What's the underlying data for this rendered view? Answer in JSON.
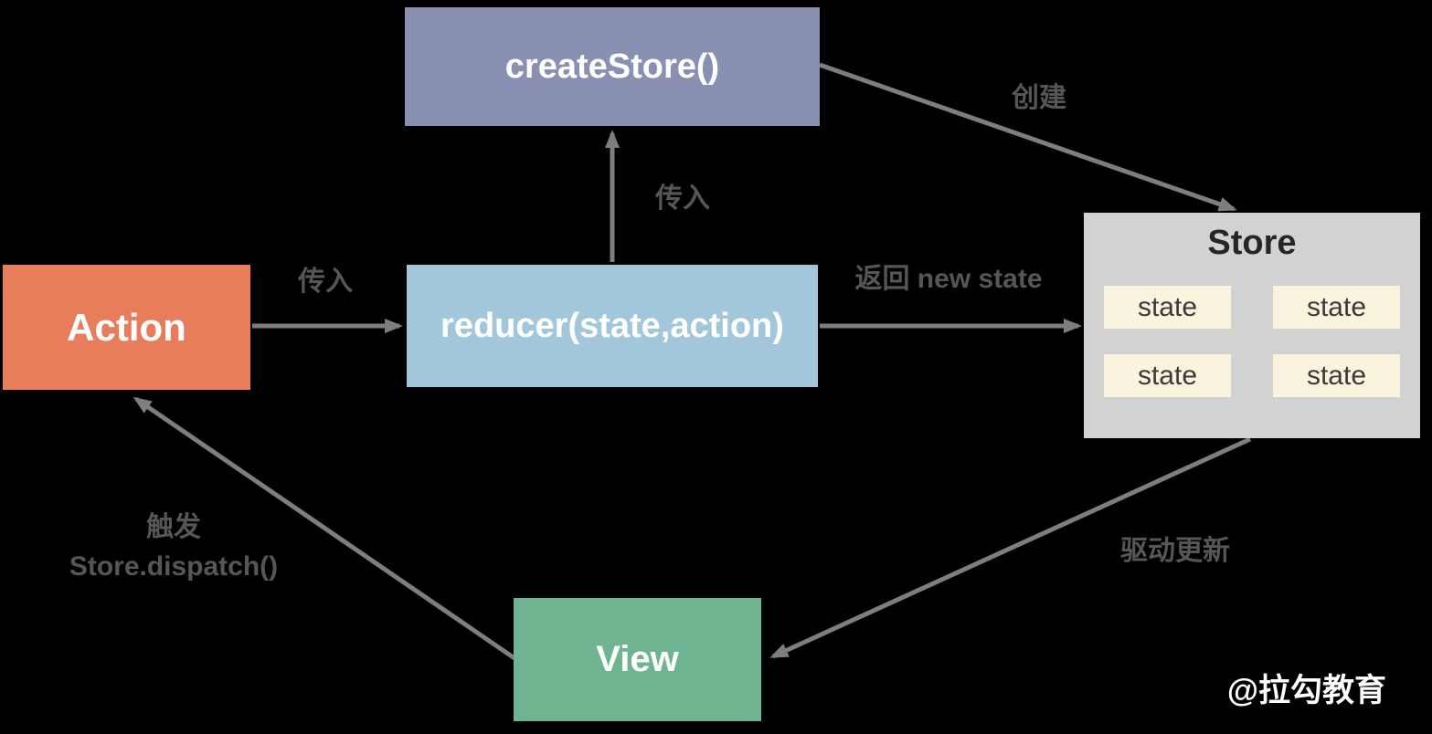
{
  "canvas": {
    "watermark": "@拉勾教育"
  },
  "nodes": {
    "create_store": {
      "label": "createStore()"
    },
    "action": {
      "label": "Action"
    },
    "reducer": {
      "label": "reducer(state,action)"
    },
    "view": {
      "label": "View"
    },
    "store": {
      "title": "Store",
      "states": [
        "state",
        "state",
        "state",
        "state"
      ]
    }
  },
  "edges": {
    "action_to_reducer": {
      "label": "传入"
    },
    "reducer_to_create_store": {
      "label": "传入"
    },
    "create_store_to_store": {
      "label": "创建"
    },
    "reducer_to_store": {
      "label": "返回 new state"
    },
    "store_to_view": {
      "label": "驱动更新"
    },
    "view_to_action": {
      "label_line1": "触发",
      "label_line2": "Store.dispatch()"
    }
  },
  "colors": {
    "background": "#000000",
    "create_store_bg": "#8A90B1",
    "action_bg": "#E87D5C",
    "reducer_bg": "#A2C7DA",
    "view_bg": "#6FB491",
    "store_bg": "#D2D2D2",
    "state_bg": "#FAF3DE",
    "node_text": "#FFFFFF",
    "store_title_text": "#262626",
    "state_text": "#3A3A3A",
    "arrow": "#7E7E7E",
    "edge_label_text": "#565656",
    "watermark_text": "#FFFFFF"
  }
}
